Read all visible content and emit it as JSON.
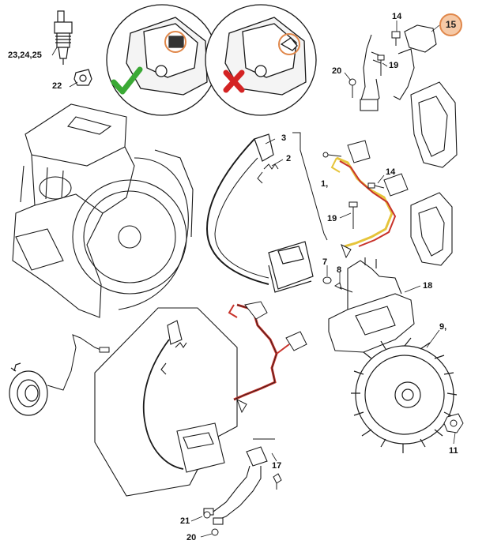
{
  "labels": {
    "spark_plug": "23,24,25",
    "boot": "22",
    "cover": "3",
    "spring": "2",
    "ignition_module": "1,",
    "screw_14_top": "14",
    "screw_20_top": "20",
    "screw_19_top": "19",
    "screw_14_mid": "14",
    "screw_19_mid": "19",
    "washer_7": "7",
    "screw_8": "8",
    "bracket_18": "18",
    "flywheel_9": "9,",
    "nut_11": "11",
    "screw_17": "17",
    "screw_21": "21",
    "screw_20_bottom": "20",
    "callout_15": "15"
  },
  "colors": {
    "line": "#1a1a1a",
    "wire_red": "#c8322a",
    "wire_yellow": "#e6c43a",
    "callout_fill": "#f6c9a6",
    "callout_border": "#e0874a",
    "check_green": "#3aa935",
    "cross_red": "#d42323"
  },
  "icons": {
    "correct": "check-mark-icon",
    "incorrect": "cross-mark-icon"
  }
}
